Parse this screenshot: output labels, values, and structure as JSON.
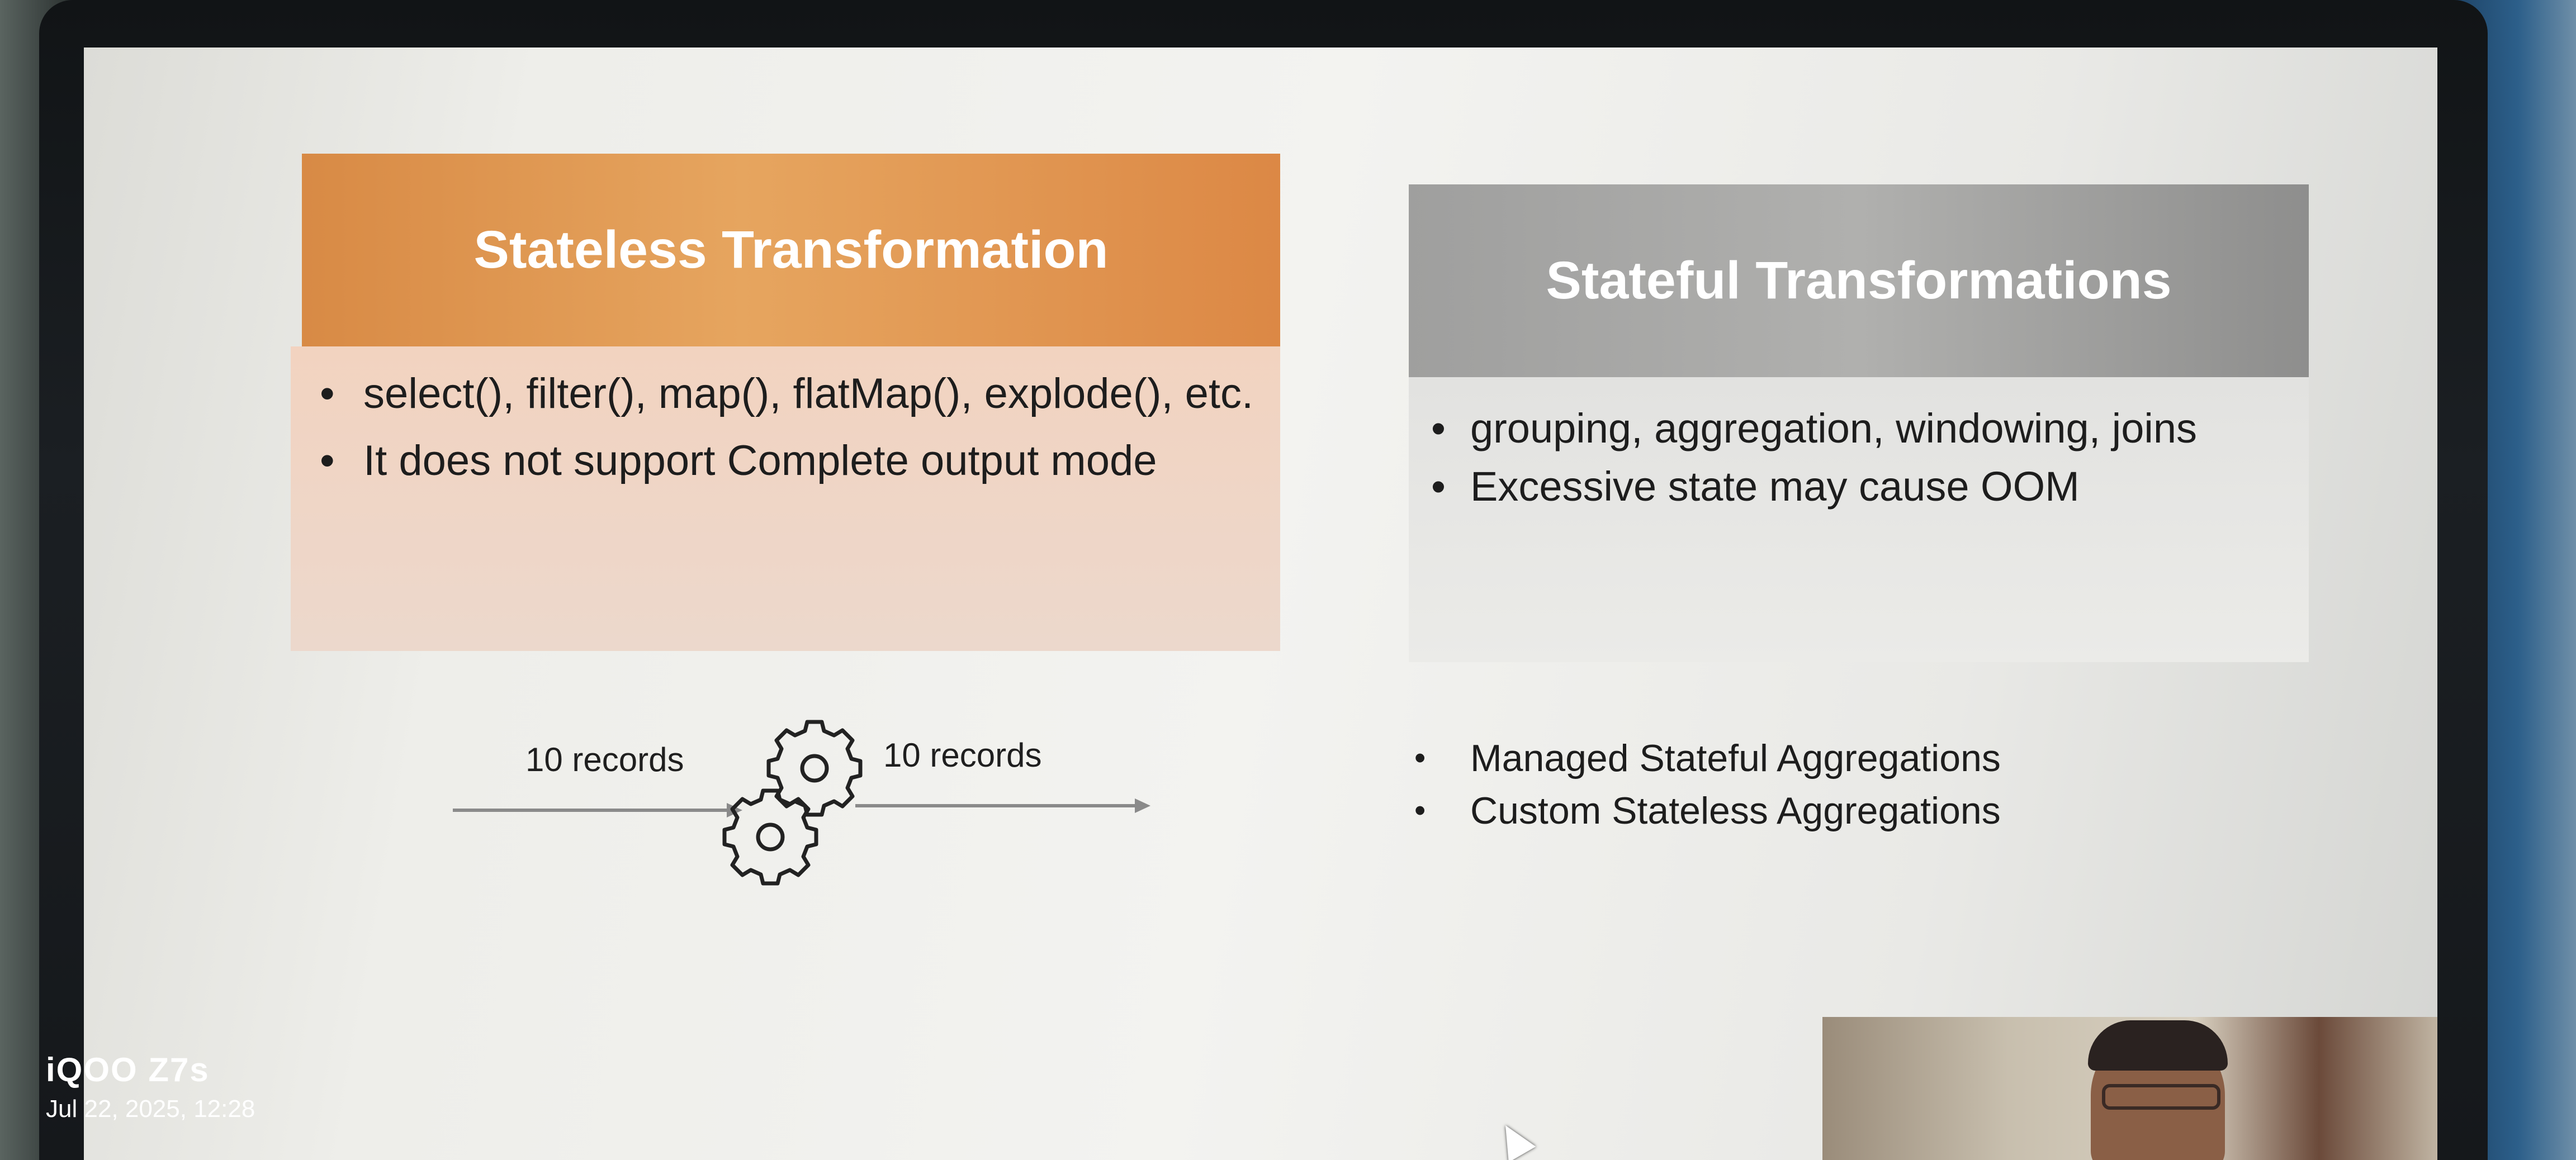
{
  "slide": {
    "stateless": {
      "title": "Stateless Transformation",
      "bullets": [
        "select(), filter(), map(), flatMap(), explode(), etc.",
        "It does not support Complete output mode"
      ],
      "diagram": {
        "input_label": "10 records",
        "output_label": "10 records",
        "icon": "gears-icon"
      }
    },
    "stateful": {
      "title": "Stateful Transformations",
      "bullets": [
        "grouping, aggregation, windowing, joins",
        "Excessive state may cause OOM"
      ],
      "aggregations": [
        "Managed Stateful Aggregations",
        "Custom Stateless Aggregations"
      ]
    }
  },
  "colors": {
    "stateless_header": "#e09a52",
    "stateless_body": "#efd6c6",
    "stateful_header": "#a3a3a2",
    "stateful_body": "#e6e6e4"
  },
  "watermark": {
    "brand": "iQOO Z7s",
    "datetime": "Jul 22, 2025, 12:28"
  }
}
